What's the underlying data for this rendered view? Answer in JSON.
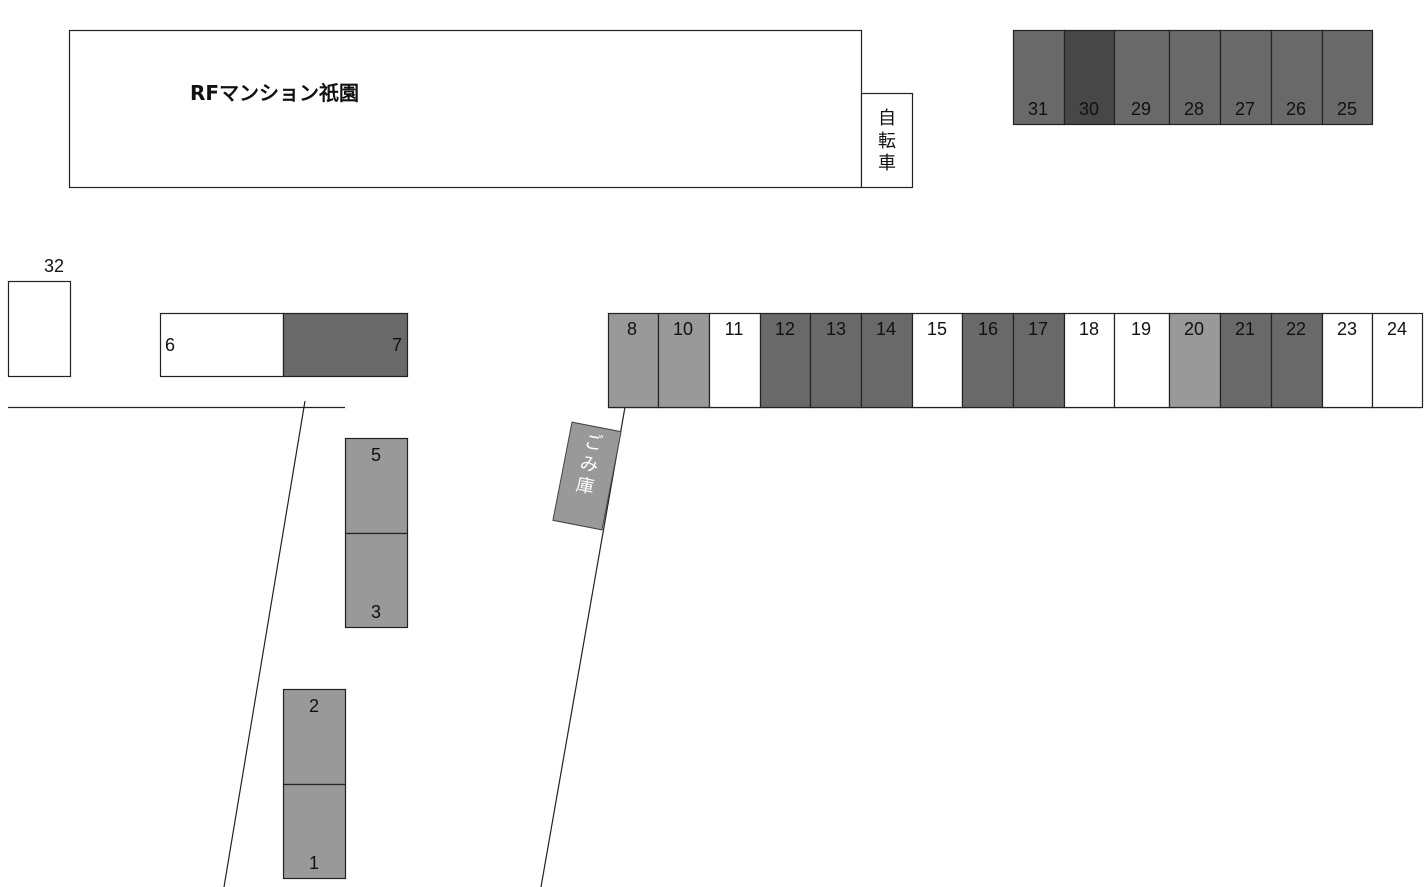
{
  "building": {
    "name": "RFマンション祇園"
  },
  "bicycle_parking": {
    "label": [
      "自",
      "転",
      "車"
    ]
  },
  "garbage_shed": {
    "label": [
      "ご",
      "み",
      "庫"
    ]
  },
  "colors": {
    "light": "#999999",
    "dark": "#696969",
    "darker": "#474747",
    "empty": "#ffffff"
  },
  "spaces": [
    {
      "id": "31",
      "status": "dark"
    },
    {
      "id": "30",
      "status": "darker"
    },
    {
      "id": "29",
      "status": "dark"
    },
    {
      "id": "28",
      "status": "dark"
    },
    {
      "id": "27",
      "status": "dark"
    },
    {
      "id": "26",
      "status": "dark"
    },
    {
      "id": "25",
      "status": "dark"
    },
    {
      "id": "8",
      "status": "light"
    },
    {
      "id": "10",
      "status": "light"
    },
    {
      "id": "11",
      "status": "empty"
    },
    {
      "id": "12",
      "status": "dark"
    },
    {
      "id": "13",
      "status": "dark"
    },
    {
      "id": "14",
      "status": "dark"
    },
    {
      "id": "15",
      "status": "empty"
    },
    {
      "id": "16",
      "status": "dark"
    },
    {
      "id": "17",
      "status": "dark"
    },
    {
      "id": "18",
      "status": "empty"
    },
    {
      "id": "19",
      "status": "empty"
    },
    {
      "id": "20",
      "status": "light"
    },
    {
      "id": "21",
      "status": "dark"
    },
    {
      "id": "22",
      "status": "dark"
    },
    {
      "id": "23",
      "status": "empty"
    },
    {
      "id": "24",
      "status": "empty"
    },
    {
      "id": "32",
      "status": "empty"
    },
    {
      "id": "6",
      "status": "empty"
    },
    {
      "id": "7",
      "status": "dark"
    },
    {
      "id": "5",
      "status": "light"
    },
    {
      "id": "3",
      "status": "light"
    },
    {
      "id": "2",
      "status": "light"
    },
    {
      "id": "1",
      "status": "light"
    }
  ]
}
